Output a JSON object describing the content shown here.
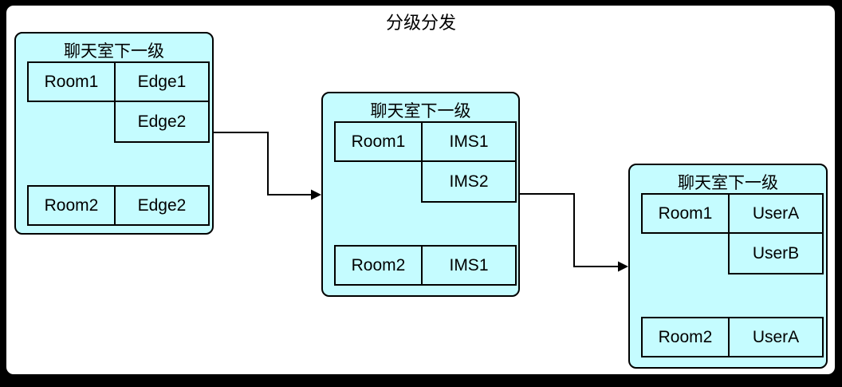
{
  "page": {
    "title": "分级分发"
  },
  "colors": {
    "node_fill": "#c5fcff",
    "node_border": "#000000",
    "canvas_bg": "#ffffff",
    "frame_bg": "#000000",
    "line": "#000000"
  },
  "nodes": [
    {
      "id": "edge-level",
      "header": "聊天室下一级",
      "rows": [
        {
          "room": "Room1",
          "targets": [
            "Edge1",
            "Edge2"
          ]
        },
        {
          "room": "Room2",
          "targets": [
            "Edge2"
          ]
        }
      ]
    },
    {
      "id": "ims-level",
      "header": "聊天室下一级",
      "rows": [
        {
          "room": "Room1",
          "targets": [
            "IMS1",
            "IMS2"
          ]
        },
        {
          "room": "Room2",
          "targets": [
            "IMS1"
          ]
        }
      ]
    },
    {
      "id": "user-level",
      "header": "聊天室下一级",
      "rows": [
        {
          "room": "Room1",
          "targets": [
            "UserA",
            "UserB"
          ]
        },
        {
          "room": "Room2",
          "targets": [
            "UserA"
          ]
        }
      ]
    }
  ],
  "edges": [
    {
      "from": "edge-level",
      "to": "ims-level"
    },
    {
      "from": "ims-level",
      "to": "user-level"
    }
  ]
}
